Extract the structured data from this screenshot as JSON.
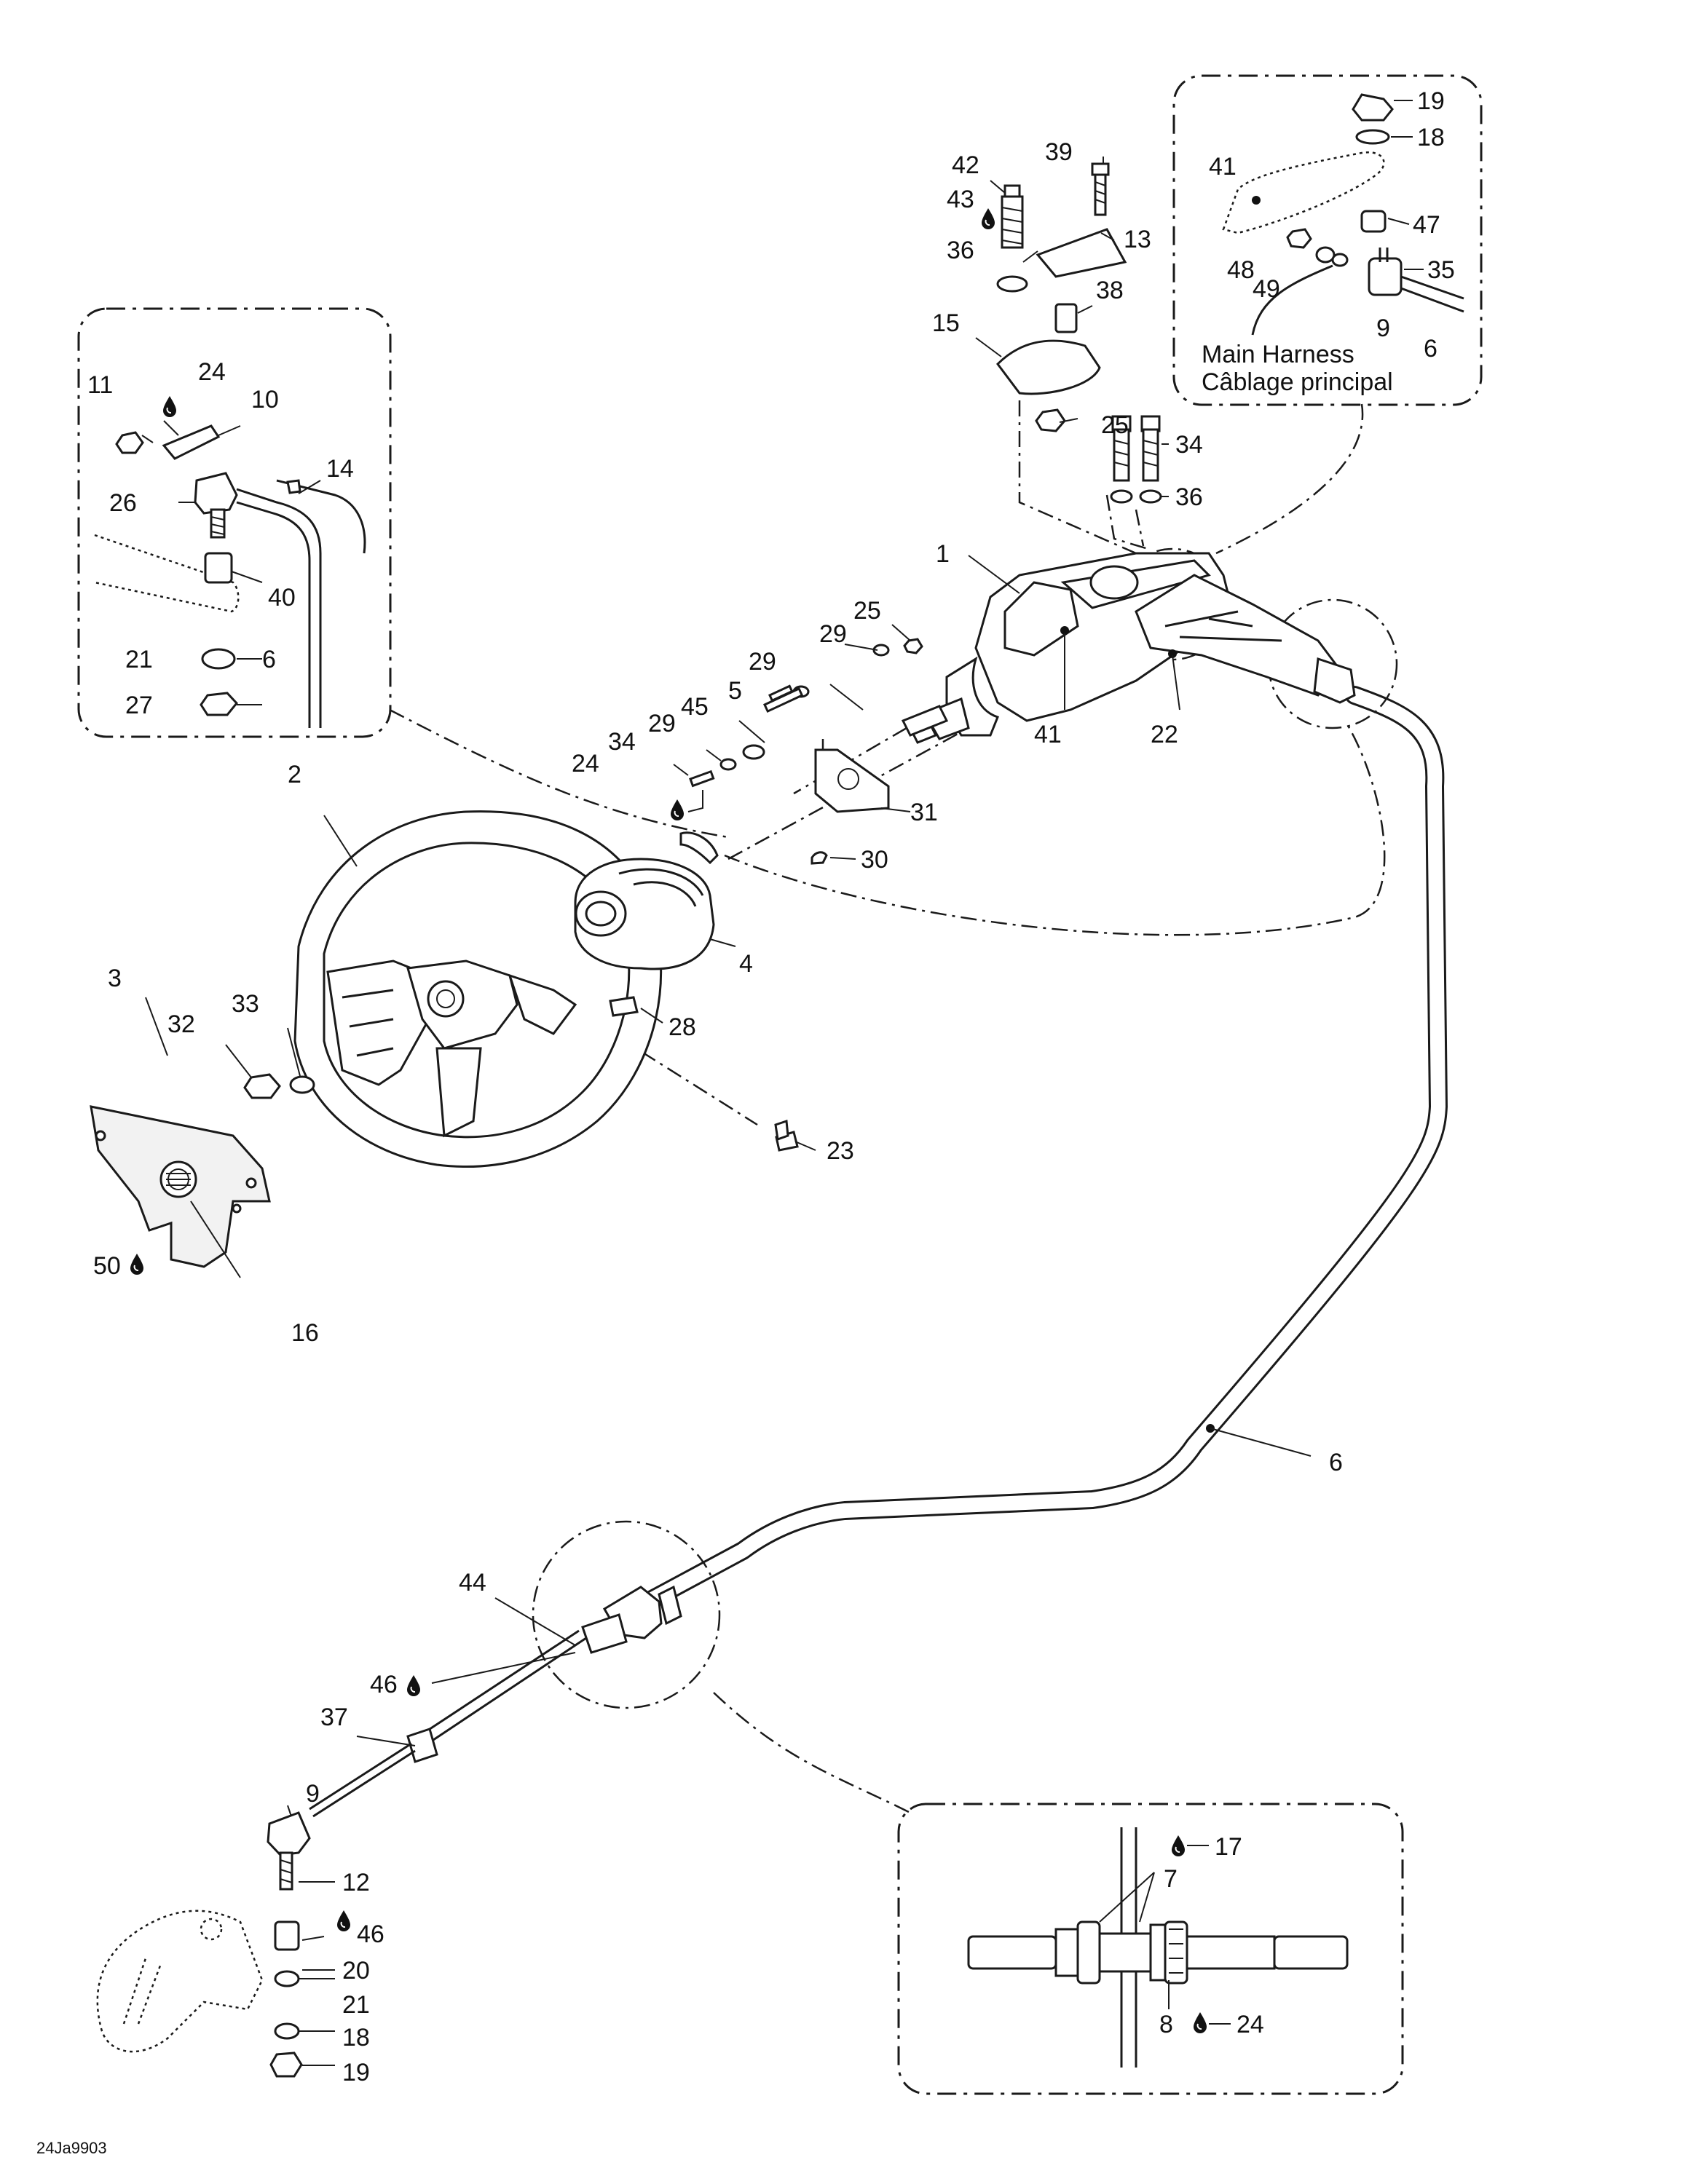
{
  "figure_code": "24Ja9903",
  "inset_note": {
    "line1": "Main Harness",
    "line2": "Câblage principal"
  },
  "callouts": [
    {
      "key": "c19a",
      "text": "19"
    },
    {
      "key": "c18a",
      "text": "18"
    },
    {
      "key": "c41a",
      "text": "41"
    },
    {
      "key": "c47",
      "text": "47"
    },
    {
      "key": "c48",
      "text": "48"
    },
    {
      "key": "c35",
      "text": "35"
    },
    {
      "key": "c49",
      "text": "49"
    },
    {
      "key": "c9a",
      "text": "9"
    },
    {
      "key": "c6a",
      "text": "6"
    },
    {
      "key": "c42",
      "text": "42"
    },
    {
      "key": "c39",
      "text": "39"
    },
    {
      "key": "c43",
      "text": "43"
    },
    {
      "key": "c36a",
      "text": "36"
    },
    {
      "key": "c13",
      "text": "13"
    },
    {
      "key": "c38",
      "text": "38"
    },
    {
      "key": "c15",
      "text": "15"
    },
    {
      "key": "c25a",
      "text": "25"
    },
    {
      "key": "c34a",
      "text": "34"
    },
    {
      "key": "c36b",
      "text": "36"
    },
    {
      "key": "c11",
      "text": "11"
    },
    {
      "key": "c24a",
      "text": "24"
    },
    {
      "key": "c10",
      "text": "10"
    },
    {
      "key": "c14",
      "text": "14"
    },
    {
      "key": "c26",
      "text": "26"
    },
    {
      "key": "c40",
      "text": "40"
    },
    {
      "key": "c21a",
      "text": "21"
    },
    {
      "key": "c6b",
      "text": "6"
    },
    {
      "key": "c27",
      "text": "27"
    },
    {
      "key": "c1",
      "text": "1"
    },
    {
      "key": "c25b",
      "text": "25"
    },
    {
      "key": "c29a",
      "text": "29"
    },
    {
      "key": "c29b",
      "text": "29"
    },
    {
      "key": "c5",
      "text": "5"
    },
    {
      "key": "c45",
      "text": "45"
    },
    {
      "key": "c29c",
      "text": "29"
    },
    {
      "key": "c34b",
      "text": "34"
    },
    {
      "key": "c24b",
      "text": "24"
    },
    {
      "key": "c41b",
      "text": "41"
    },
    {
      "key": "c22",
      "text": "22"
    },
    {
      "key": "c31",
      "text": "31"
    },
    {
      "key": "c30",
      "text": "30"
    },
    {
      "key": "c2",
      "text": "2"
    },
    {
      "key": "c4",
      "text": "4"
    },
    {
      "key": "c3",
      "text": "3"
    },
    {
      "key": "c32",
      "text": "32"
    },
    {
      "key": "c33",
      "text": "33"
    },
    {
      "key": "c28",
      "text": "28"
    },
    {
      "key": "c23",
      "text": "23"
    },
    {
      "key": "c50",
      "text": "50"
    },
    {
      "key": "c16",
      "text": "16"
    },
    {
      "key": "c6c",
      "text": "6"
    },
    {
      "key": "c44",
      "text": "44"
    },
    {
      "key": "c46a",
      "text": "46"
    },
    {
      "key": "c37",
      "text": "37"
    },
    {
      "key": "c9b",
      "text": "9"
    },
    {
      "key": "c12",
      "text": "12"
    },
    {
      "key": "c46b",
      "text": "46"
    },
    {
      "key": "c20",
      "text": "20"
    },
    {
      "key": "c21b",
      "text": "21"
    },
    {
      "key": "c18b",
      "text": "18"
    },
    {
      "key": "c19b",
      "text": "19"
    },
    {
      "key": "c17",
      "text": "17"
    },
    {
      "key": "c7",
      "text": "7"
    },
    {
      "key": "c8",
      "text": "8"
    },
    {
      "key": "c24c",
      "text": "24"
    }
  ]
}
